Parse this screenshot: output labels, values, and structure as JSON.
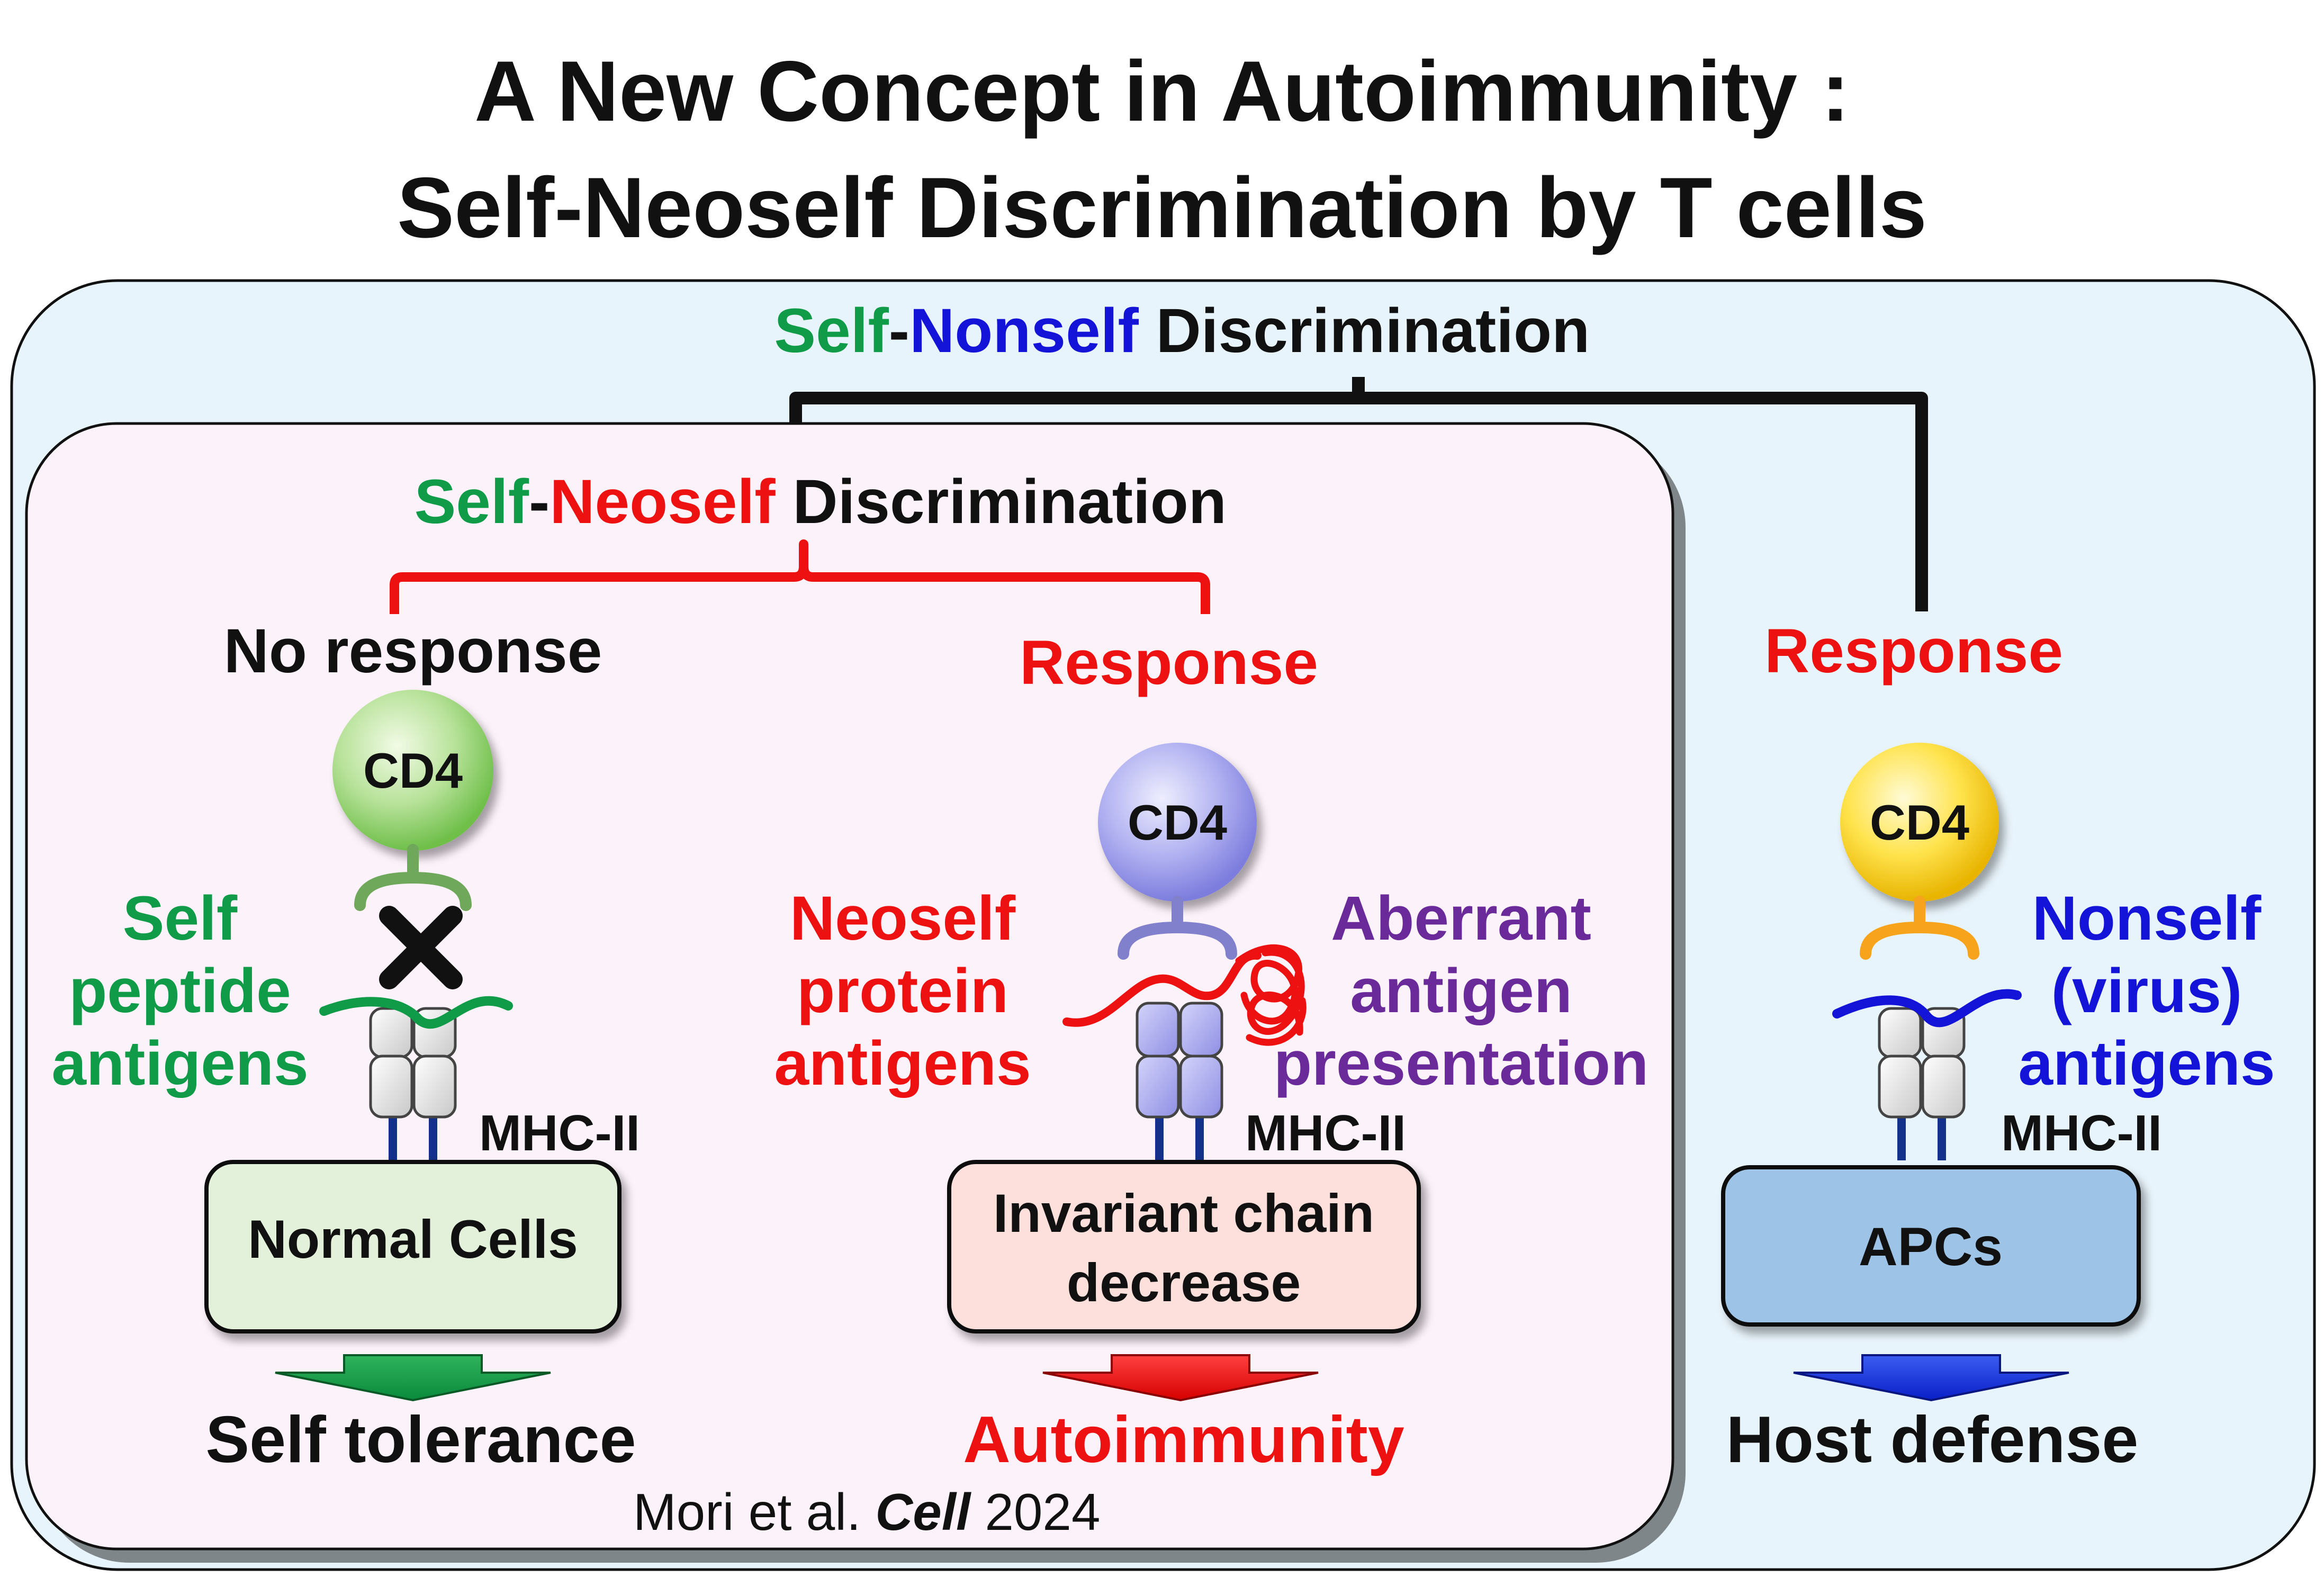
{
  "title": {
    "line1": "A New Concept in Autoimmunity :",
    "line2": "Self-Neoself Discrimination by T cells"
  },
  "colors": {
    "self_green": "#0f9b47",
    "nonself_blue": "#1414d8",
    "neoself_red": "#ee1111",
    "aberrant_purple": "#6a2a9a",
    "outer_panel_bg": "#e8f4fb",
    "inner_panel_bg": "#fcf2fa",
    "normal_cell_box": "#e4f1da",
    "invariant_box": "#fde0dc",
    "apc_box": "#9dc3e6"
  },
  "outer_heading": {
    "part1": "Self",
    "sep": "-",
    "part2": "Nonself",
    "part3": " Discrimination"
  },
  "inner_heading": {
    "part1": "Self",
    "sep": "-",
    "part2": "Neoself",
    "part3": " Discrimination"
  },
  "columns": {
    "self": {
      "response": "No response",
      "cd4_label": "CD4",
      "antigen_lines": [
        "Self",
        "peptide",
        "antigens"
      ],
      "mhc_label": "MHC-II",
      "cell_box": [
        "Normal Cells"
      ],
      "outcome": "Self tolerance",
      "block_icon": "x-mark-icon"
    },
    "neoself": {
      "response": "Response",
      "cd4_label": "CD4",
      "antigen_lines": [
        "Neoself",
        "protein",
        "antigens"
      ],
      "aberrant_lines": [
        "Aberrant",
        "antigen",
        "presentation"
      ],
      "mhc_label": "MHC-II",
      "cell_box": [
        "Invariant chain",
        "decrease"
      ],
      "outcome": "Autoimmunity"
    },
    "nonself": {
      "response": "Response",
      "cd4_label": "CD4",
      "antigen_lines": [
        "Nonself",
        "(virus)",
        "antigens"
      ],
      "mhc_label": "MHC-II",
      "cell_box": [
        "APCs"
      ],
      "outcome": "Host defense"
    }
  },
  "citation": {
    "authors": "Mori et al. ",
    "journal": "Cell",
    "year": " 2024"
  }
}
